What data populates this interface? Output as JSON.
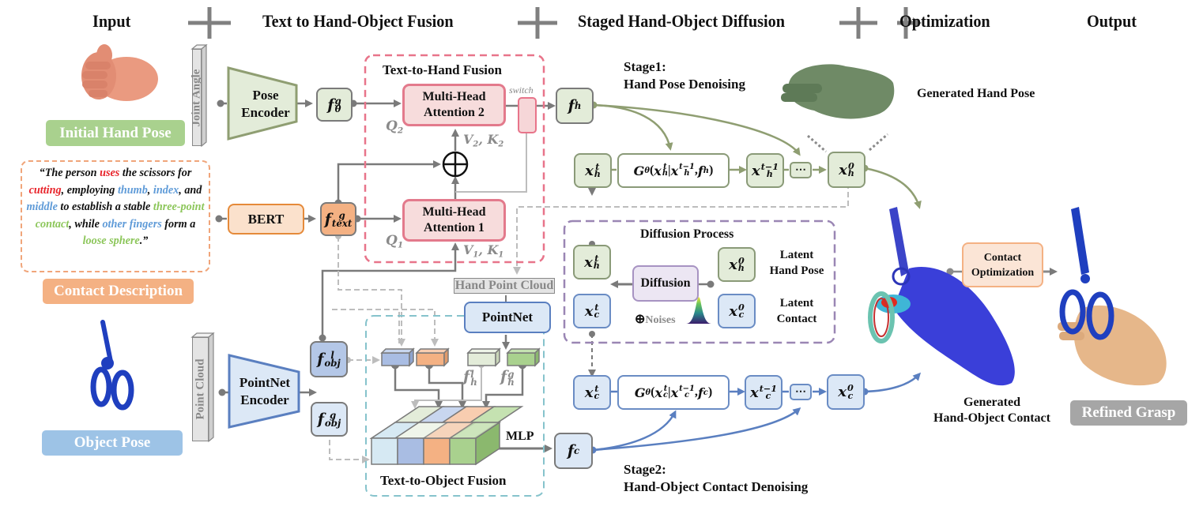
{
  "header": {
    "stages": [
      "Input",
      "Text to Hand-Object Fusion",
      "Staged Hand-Object Diffusion",
      "Optimization",
      "Output"
    ]
  },
  "inputs": {
    "initial_hand_pose": "Initial Hand Pose",
    "joint_angle": "Joint Angle",
    "contact_description": "Contact Description",
    "object_pose": "Object Pose",
    "point_cloud": "Point Cloud",
    "description_text": [
      {
        "t": "“The person ",
        "c": ""
      },
      {
        "t": "uses",
        "c": "red"
      },
      {
        "t": " the scissors for ",
        "c": ""
      },
      {
        "t": "cutting",
        "c": "red"
      },
      {
        "t": ", employing ",
        "c": ""
      },
      {
        "t": "thumb",
        "c": "blue"
      },
      {
        "t": ", ",
        "c": ""
      },
      {
        "t": "index",
        "c": "blue"
      },
      {
        "t": ", and ",
        "c": ""
      },
      {
        "t": "middle",
        "c": "blue"
      },
      {
        "t": " to establish a stable ",
        "c": ""
      },
      {
        "t": "three-point contact",
        "c": "green"
      },
      {
        "t": ", while ",
        "c": ""
      },
      {
        "t": "other fingers",
        "c": "blue"
      },
      {
        "t": " form a ",
        "c": ""
      },
      {
        "t": "loose sphere",
        "c": "green"
      },
      {
        "t": ".”",
        "c": ""
      }
    ]
  },
  "encoders": {
    "pose_encoder": [
      "Pose",
      "Encoder"
    ],
    "bert": "BERT",
    "pointnet_encoder": [
      "PointNet",
      "Encoder"
    ],
    "pointnet": "PointNet",
    "hand_point_cloud": "Hand Point Cloud"
  },
  "features": {
    "f_theta": {
      "base": "f",
      "sup": "g",
      "sub": "θ"
    },
    "f_text": {
      "base": "f",
      "sup": "g",
      "sub": "text"
    },
    "f_obj_l": {
      "base": "f",
      "sup": "l",
      "sub": "obj"
    },
    "f_obj_g": {
      "base": "f",
      "sup": "g",
      "sub": "obj"
    },
    "f_h_l": {
      "base": "f",
      "sup": "l",
      "sub": "h"
    },
    "f_h_g": {
      "base": "f",
      "sup": "g",
      "sub": "h"
    },
    "f_h": {
      "base": "f",
      "sub": "h"
    },
    "f_c": {
      "base": "f",
      "sub": "c"
    }
  },
  "text_to_hand": {
    "title": "Text-to-Hand Fusion",
    "mha2": [
      "Multi-Head",
      "Attention 2"
    ],
    "mha1": [
      "Multi-Head",
      "Attention 1"
    ],
    "q2": "Q",
    "q2_sub": "2",
    "q1": "Q",
    "q1_sub": "1",
    "vk2": "V",
    "vk2_sub": "2",
    "vk2_k": ", K",
    "vk2_ksub": "2",
    "vk1": "V",
    "vk1_sub": "1",
    "vk1_k": ", K",
    "vk1_ksub": "1",
    "switch": "switch",
    "plus": "⊕"
  },
  "text_to_object": {
    "title": "Text-to-Object Fusion",
    "mlp": "MLP"
  },
  "stage1": {
    "title": "Stage1:",
    "subtitle": "Hand Pose Denoising",
    "x_t": {
      "base": "x",
      "sup": "t",
      "sub": "h"
    },
    "G": "G",
    "G_sub": "θ",
    "G_args": {
      "x": "x",
      "xsup": "t",
      "xsub": "h",
      "bar": "|",
      "x2sup": "t−1",
      "f": "f",
      "fsub": "h"
    },
    "x_t1": {
      "base": "x",
      "sup": "t−1",
      "sub": "h"
    },
    "ellipsis": "⋯",
    "x_0": {
      "base": "x",
      "sup": "0",
      "sub": "h"
    },
    "generated_label": "Generated Hand Pose"
  },
  "stage2": {
    "title": "Stage2:",
    "subtitle": "Hand-Object Contact Denoising",
    "x_t": {
      "base": "x",
      "sup": "t",
      "sub": "c"
    },
    "G": "G",
    "G_sub": "θ",
    "G_args": {
      "x": "x",
      "xsup": "t",
      "xsub": "c",
      "bar": "|",
      "x2sup": "t−1",
      "f": "f",
      "fsub": "c"
    },
    "x_t1": {
      "base": "x",
      "sup": "t−1",
      "sub": "c"
    },
    "ellipsis": "⋯",
    "x_0": {
      "base": "x",
      "sup": "0",
      "sub": "c"
    }
  },
  "diffusion": {
    "title": "Diffusion Process",
    "button": "Diffusion",
    "noises": "Noises",
    "noise_symbol": "⊕",
    "latent_hand": [
      "Latent",
      "Hand Pose"
    ],
    "latent_contact": [
      "Latent",
      "Contact"
    ],
    "xh_t": {
      "base": "x",
      "sup": "t",
      "sub": "h"
    },
    "xc_t": {
      "base": "x",
      "sup": "t",
      "sub": "c"
    },
    "xh_0": {
      "base": "x",
      "sup": "0",
      "sub": "h"
    },
    "xc_0": {
      "base": "x",
      "sup": "0",
      "sub": "c"
    }
  },
  "output": {
    "generated_contact": [
      "Generated",
      "Hand-Object Contact"
    ],
    "contact_optimization": [
      "Contact",
      "Optimization"
    ],
    "refined_grasp": "Refined Grasp"
  },
  "colors": {
    "green_accent": "#a9d18e",
    "orange_accent": "#f4b183",
    "blue_accent": "#9dc3e6",
    "pink_accent": "#e37a8c",
    "purple_accent": "#9a86b4",
    "teal_accent": "#7fc4cc",
    "gray_tag": "#a6a6a6"
  }
}
